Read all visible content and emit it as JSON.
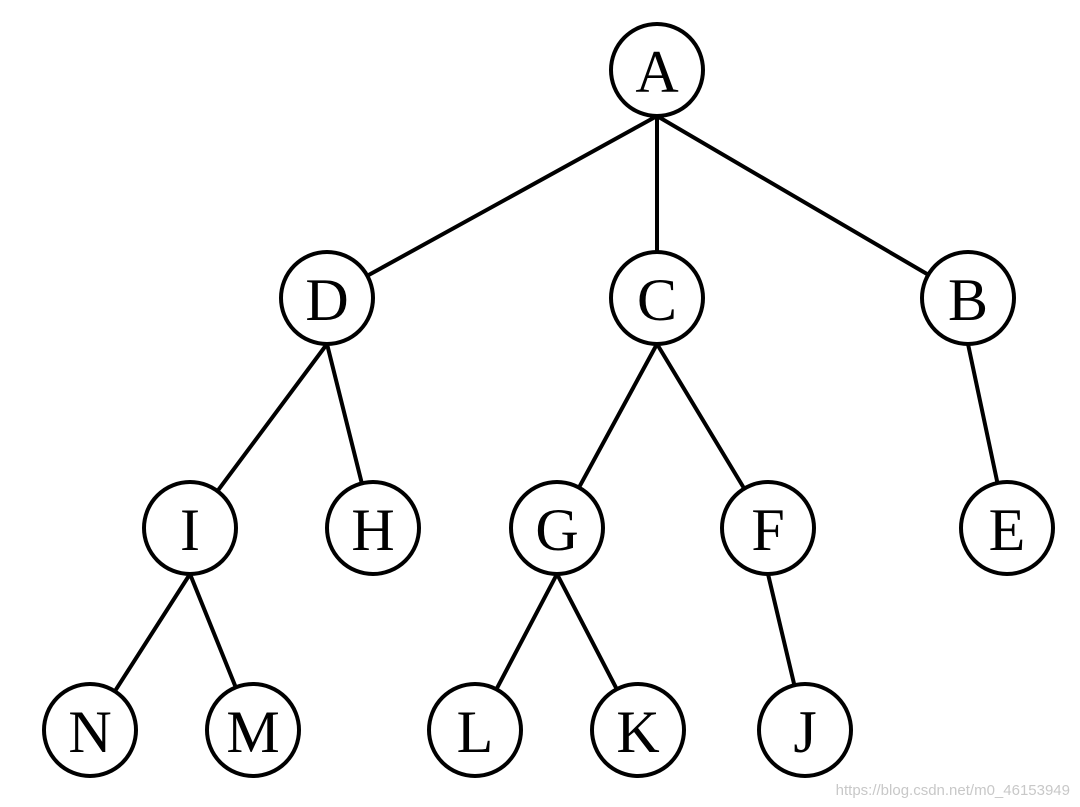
{
  "tree": {
    "nodes": [
      {
        "id": "A",
        "label": "A"
      },
      {
        "id": "D",
        "label": "D"
      },
      {
        "id": "C",
        "label": "C"
      },
      {
        "id": "B",
        "label": "B"
      },
      {
        "id": "I",
        "label": "I"
      },
      {
        "id": "H",
        "label": "H"
      },
      {
        "id": "G",
        "label": "G"
      },
      {
        "id": "F",
        "label": "F"
      },
      {
        "id": "E",
        "label": "E"
      },
      {
        "id": "N",
        "label": "N"
      },
      {
        "id": "M",
        "label": "M"
      },
      {
        "id": "L",
        "label": "L"
      },
      {
        "id": "K",
        "label": "K"
      },
      {
        "id": "J",
        "label": "J"
      }
    ],
    "edges": [
      [
        "A",
        "D"
      ],
      [
        "A",
        "C"
      ],
      [
        "A",
        "B"
      ],
      [
        "D",
        "I"
      ],
      [
        "D",
        "H"
      ],
      [
        "C",
        "G"
      ],
      [
        "C",
        "F"
      ],
      [
        "B",
        "E"
      ],
      [
        "I",
        "N"
      ],
      [
        "I",
        "M"
      ],
      [
        "G",
        "L"
      ],
      [
        "G",
        "K"
      ],
      [
        "F",
        "J"
      ]
    ]
  },
  "watermark": "https://blog.csdn.net/m0_46153949"
}
